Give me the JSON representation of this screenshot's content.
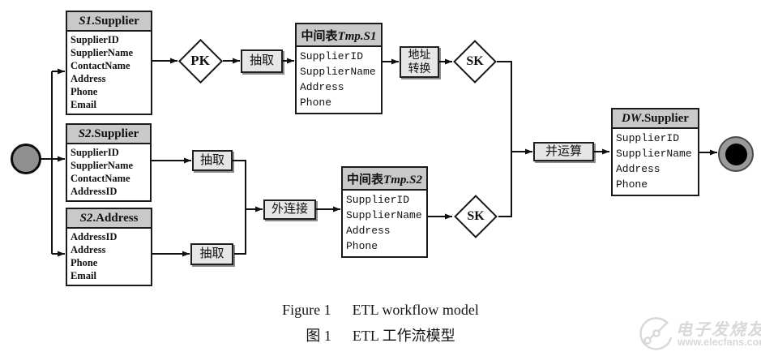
{
  "figure": {
    "caption_en_label": "Figure 1",
    "caption_en_text": "ETL workflow model",
    "caption_cn_label": "图 1",
    "caption_cn_text": "ETL 工作流模型"
  },
  "tables": {
    "s1_supplier": {
      "title_italic": "S1",
      "title_rest": ".Supplier",
      "fields": [
        "SupplierID",
        "SupplierName",
        "ContactName",
        "Address",
        "Phone",
        "Email"
      ]
    },
    "s2_supplier": {
      "title_italic": "S2",
      "title_rest": ".Supplier",
      "fields": [
        "SupplierID",
        "SupplierName",
        "ContactName",
        "AddressID"
      ]
    },
    "s2_address": {
      "title_italic": "S2",
      "title_rest": ".Address",
      "fields": [
        "AddressID",
        "Address",
        "Phone",
        "Email"
      ]
    },
    "tmp_s1": {
      "title_cn": "中间表",
      "title_italic": "Tmp.S1",
      "fields": [
        "SupplierID",
        "SupplierName",
        "Address",
        "Phone"
      ]
    },
    "tmp_s2": {
      "title_cn": "中间表",
      "title_italic": "Tmp.S2",
      "fields": [
        "SupplierID",
        "SupplierName",
        "Address",
        "Phone"
      ]
    },
    "dw_supplier": {
      "title_italic": "DW",
      "title_rest": ".Supplier",
      "fields": [
        "SupplierID",
        "SupplierName",
        "Address",
        "Phone"
      ]
    }
  },
  "processes": {
    "extract1": "抽取",
    "extract2": "抽取",
    "extract3": "抽取",
    "addr_convert_line1": "地址",
    "addr_convert_line2": "转换",
    "outer_join": "外连接",
    "union_op": "并运算"
  },
  "decisions": {
    "pk": "PK",
    "sk1": "SK",
    "sk2": "SK"
  },
  "watermark": {
    "brand": "电子发烧友",
    "url": "www.elecfans.com"
  },
  "colors": {
    "table_header_fill": "#c9c9c9",
    "process_fill": "#e6e6e6",
    "line": "#111111",
    "start_node_fill": "#8f8f8f",
    "end_node_ring": "#9a9a9a",
    "end_node_core": "#000000",
    "watermark": "#d8d8d8"
  }
}
